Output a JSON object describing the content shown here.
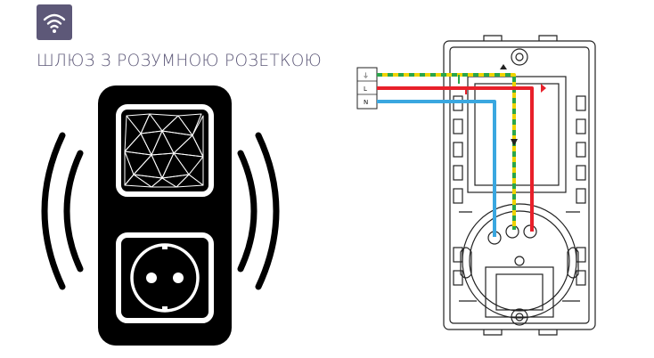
{
  "header": {
    "title": "ШЛЮЗ З РОЗУМНОЮ РОЗЕТКОЮ",
    "badge_icon": "wifi-icon",
    "badge_color": "#5d5878"
  },
  "device": {
    "icons": [
      "signal-waves-left-icon",
      "signal-waves-right-icon",
      "mesh-network-icon",
      "power-socket-icon"
    ],
    "body_color": "#000000"
  },
  "wiring": {
    "terminals": [
      {
        "symbol": "⏚"
      },
      {
        "symbol": "L"
      },
      {
        "symbol": "N"
      }
    ],
    "wire_colors": {
      "earth": "#f0d300",
      "earth_stripe": "#2aa64a",
      "live": "#e8202a",
      "neutral": "#3aa7e0"
    }
  }
}
